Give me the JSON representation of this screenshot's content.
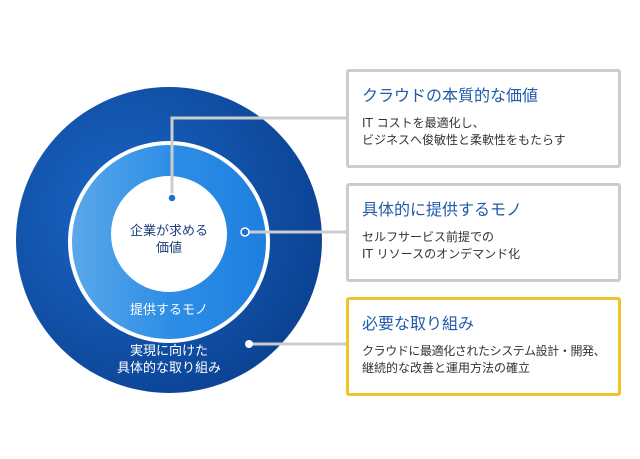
{
  "circles": {
    "inner_label_line1": "企業が求める",
    "inner_label_line2": "価値",
    "middle_label": "提供するモノ",
    "outer_label_line1": "実現に向けた",
    "outer_label_line2": "具体的な取り組み"
  },
  "boxes": [
    {
      "title": "クラウドの本質的な価値",
      "line1": "IT コストを最適化し、",
      "line2": "ビジネスへ俊敏性と柔軟性をもたらす"
    },
    {
      "title": "具体的に提供するモノ",
      "line1": "セルフサービス前提での",
      "line2": "IT リソースのオンデマンド化"
    },
    {
      "title": "必要な取り組み",
      "line1": "クラウドに最適化されたシステム設計・開発、",
      "line2": "継続的な改善と運用方法の確立"
    }
  ],
  "colors": {
    "outer_circle": "#0d4a9c",
    "middle_circle": "#2e8ee6",
    "inner_circle": "#ffffff",
    "connector": "#cccccc",
    "box_border": "#cccccc",
    "highlight_border": "#f2c12e",
    "title_text": "#1f5ba8"
  }
}
